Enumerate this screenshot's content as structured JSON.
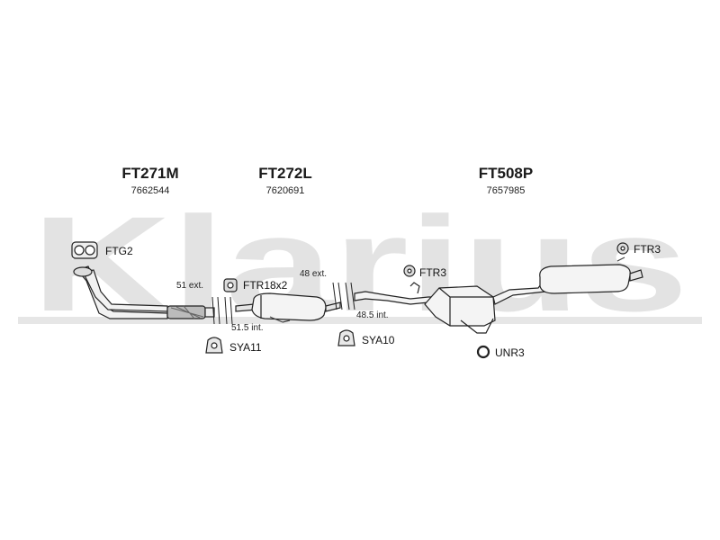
{
  "watermark": {
    "text": "Klarius",
    "color": "#e3e3e3"
  },
  "sections": [
    {
      "code": "FT271M",
      "number": "7662544"
    },
    {
      "code": "FT272L",
      "number": "7620691"
    },
    {
      "code": "FT508P",
      "number": "7657985"
    }
  ],
  "accessories": {
    "ftg2": "FTG2",
    "ftr18x2": "FTR18x2",
    "sya11": "SYA11",
    "sya10": "SYA10",
    "ftr3_mid": "FTR3",
    "ftr3_right": "FTR3",
    "unr3": "UNR3"
  },
  "dimensions": {
    "d51ext": "51 ext.",
    "d515int": "51.5 int.",
    "d48ext": "48 ext.",
    "d485int": "48.5 int."
  },
  "icons": {
    "flange_gasket": "flange-gasket-icon",
    "clamp": "clamp-icon",
    "rubber_mount": "rubber-mount-icon",
    "hanger": "hanger-icon",
    "ring": "ring-icon"
  }
}
